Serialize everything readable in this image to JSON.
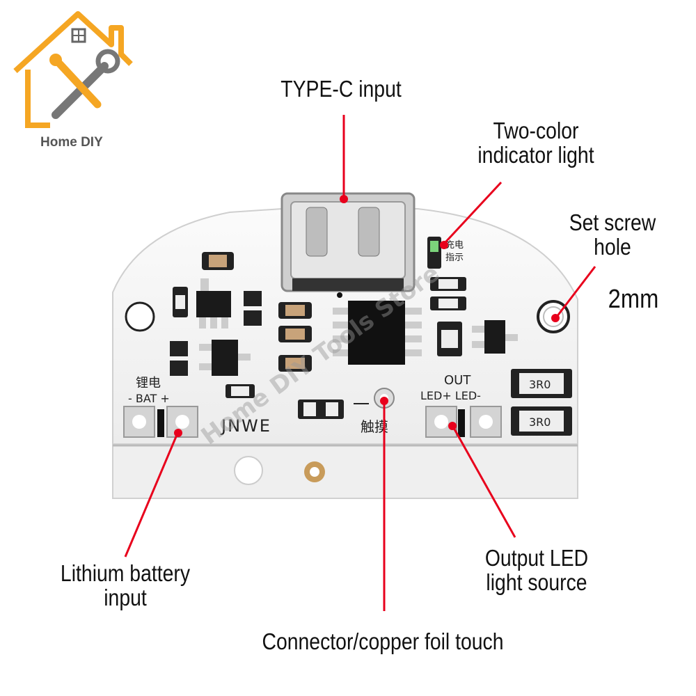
{
  "logo": {
    "text": "Home DIY",
    "icon": "house-wrench-logo",
    "accent": "#f5a623"
  },
  "labels": {
    "typec": "TYPE-C input",
    "indicator_line1": "Two-color",
    "indicator_line2": "indicator light",
    "screw_line1": "Set screw",
    "screw_line2": "hole",
    "screw_size": "2mm",
    "battery_line1": "Lithium battery",
    "battery_line2": "input",
    "led_line1": "Output LED",
    "led_line2": "light source",
    "touch": "Connector/copper foil touch"
  },
  "board": {
    "bat_cn": "锂电",
    "bat": "- BAT +",
    "out": "OUT",
    "led": "LED+ LED-",
    "touch_cn": "触摸",
    "charge_cn_1": "充电",
    "charge_cn_2": "指示",
    "brand": "JNWE",
    "r1": "3R0",
    "r2": "3R0",
    "watermark": "Home DIY Tools Store"
  },
  "colors": {
    "callout": "#e8001c",
    "board": "#f4f4f4",
    "pad": "#d4b27a"
  }
}
